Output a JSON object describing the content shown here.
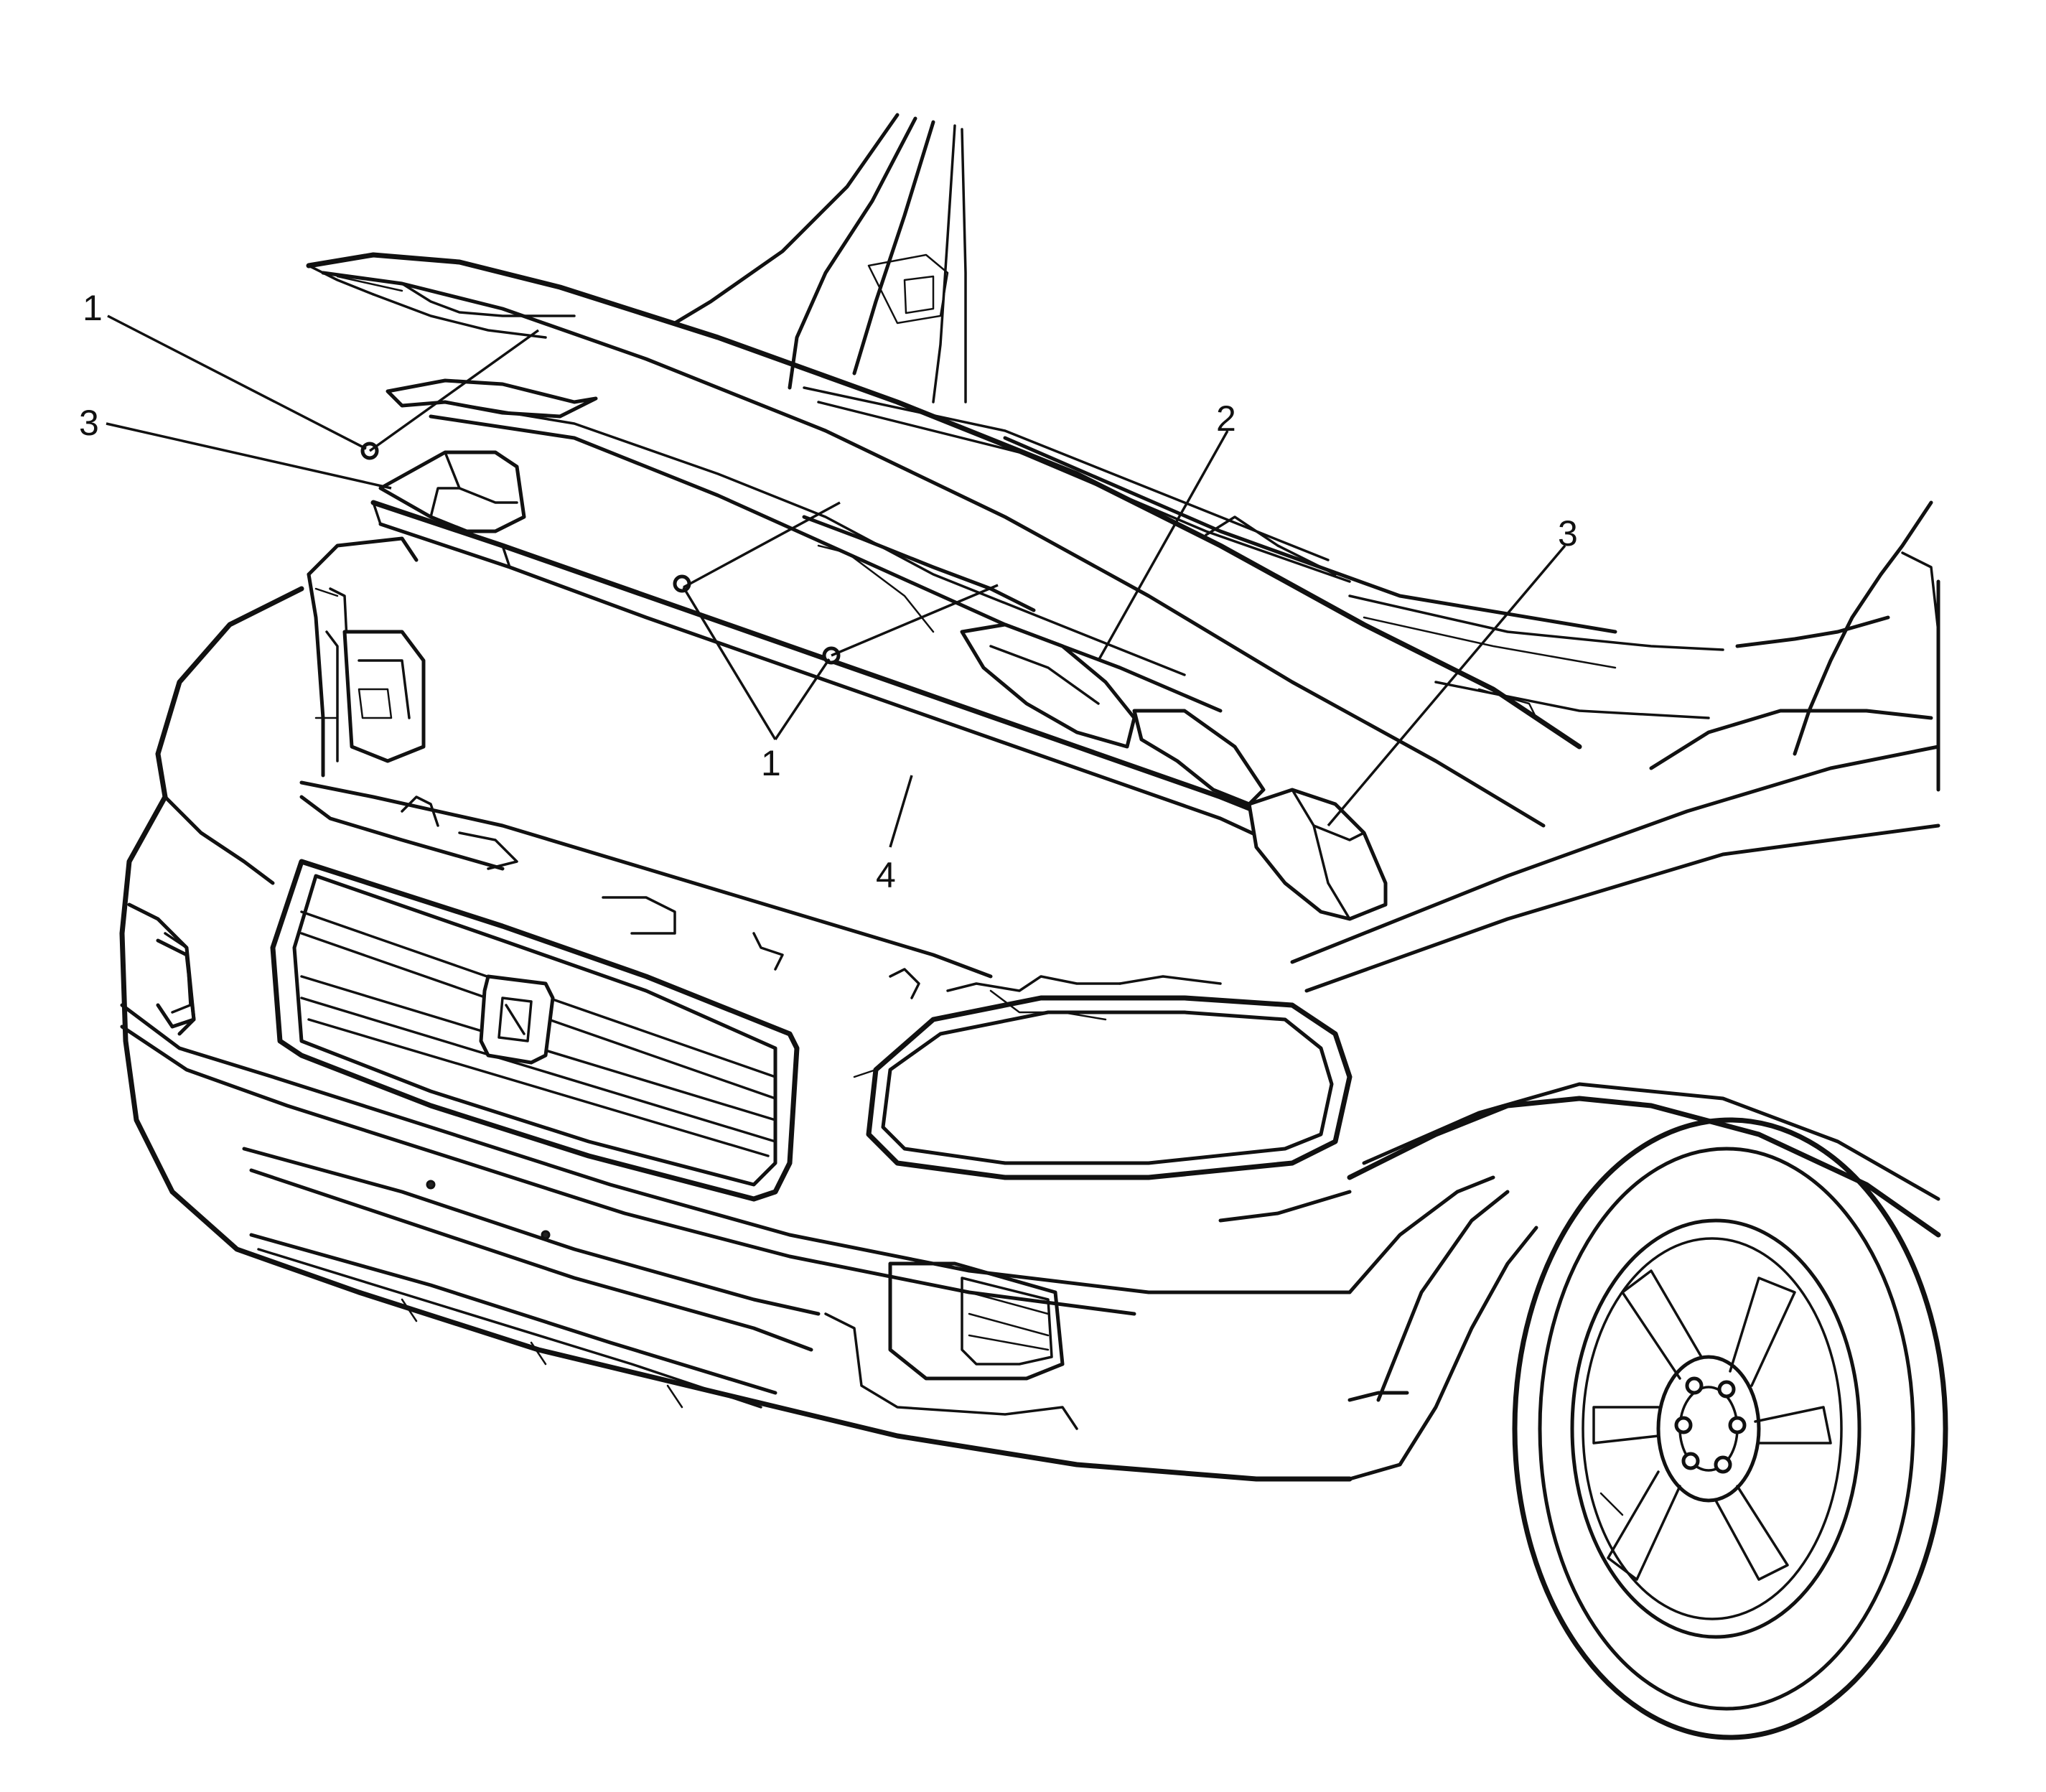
{
  "callouts": {
    "c1_left": "1",
    "c3_left": "3",
    "c2": "2",
    "c3_right": "3",
    "c1_center": "1",
    "c4": "4"
  }
}
